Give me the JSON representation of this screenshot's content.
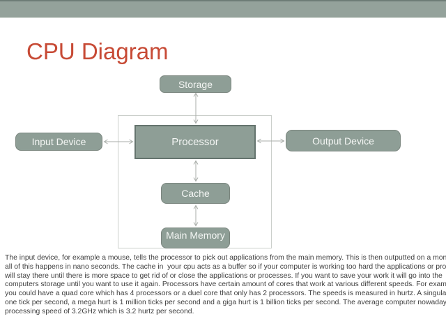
{
  "slide": {
    "title": "CPU Diagram"
  },
  "diagram": {
    "boxes": {
      "storage": "Storage",
      "processor": "Processor",
      "input": "Input Device",
      "output": "Output Device",
      "cache": "Cache",
      "main_memory": "Main Memory"
    },
    "connections": [
      "storage-processor-bidirectional",
      "input-processor-bidirectional",
      "processor-output-bidirectional",
      "processor-cache-bidirectional",
      "cache-main_memory-bidirectional"
    ]
  },
  "body": {
    "lines": [
      "The input device, for example a mouse, tells the processor to pick out applications from the main memory. This is then outputted on a monitor,",
      "all of this happens in nano seconds. The cache in  your cpu acts as a buffer so if your computer is working too hard the applications or processes",
      "will stay there until there is more space to get rid of or close the applications or processes. If you want to save your work it will go into the",
      "computers storage until you want to use it again. Processors have certain amount of cores that work at various different speeds. For example",
      "you could have a quad core which has 4 processors or a duel core that only has 2 processors. The speeds is measured in hurtz. A singular hurt is",
      "one tick per second, a mega hurt is 1 million ticks per second and a giga hurt is 1 billion ticks per second. The average computer nowadays has a",
      "processing speed of 3.2GHz which is 3.2 hurtz per second."
    ]
  },
  "colors": {
    "band": "#94a29b",
    "band_top_line": "#6e7d77",
    "title": "#c74a35",
    "box_fill": "#8e9e96",
    "box_border": "#7b867f",
    "processor_border": "#65746e",
    "frame_border": "#cbcfcb",
    "arrow": "#a9ada9",
    "body_text": "#3f3f3f"
  }
}
